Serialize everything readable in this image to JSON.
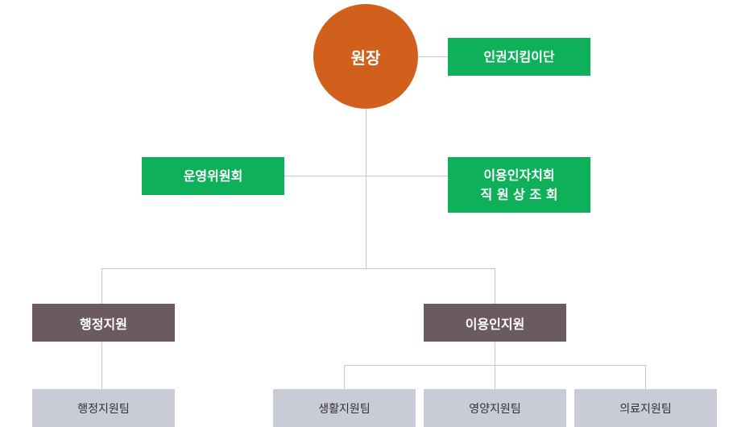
{
  "colors": {
    "director": "#d0601c",
    "committee": "#0fb05a",
    "department": "#6b5b5e",
    "team": "#c9cbd6",
    "connector": "#c8c8c8"
  },
  "director": {
    "label": "원장"
  },
  "human_rights_team": {
    "label": "인권지킴이단"
  },
  "operating_committee": {
    "label": "운영위원회"
  },
  "council": {
    "line1": "이용인자치회",
    "line2": "직 원 상 조 회"
  },
  "departments": [
    {
      "label": "행정지원"
    },
    {
      "label": "이용인지원"
    }
  ],
  "teams": [
    {
      "label": "행정지원팀"
    },
    {
      "label": "생활지원팀"
    },
    {
      "label": "영양지원팀"
    },
    {
      "label": "의료지원팀"
    }
  ]
}
